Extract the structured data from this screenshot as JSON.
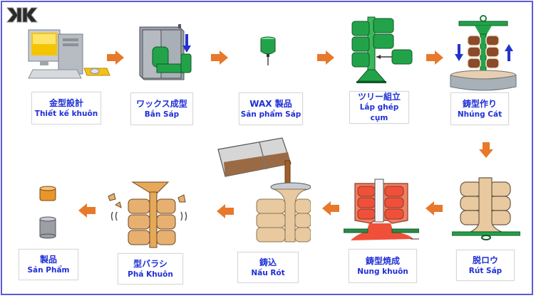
{
  "logo": {
    "text": "KK",
    "icon": "kk-logo-icon"
  },
  "colors": {
    "label_text": "#1f2fd6",
    "arrow": "#e8782a",
    "frame": "#5b5bd6",
    "green": "#22a34a",
    "sand": "#e8c9a0",
    "molten": "#f05a3c"
  },
  "steps": [
    {
      "jp": "金型設計",
      "vi": "Thiết kế khuôn",
      "icon": "computer-icon"
    },
    {
      "jp": "ワックス成型",
      "vi": "Bắn Sáp",
      "icon": "wax-injection-machine-icon"
    },
    {
      "jp": "WAX 製品",
      "vi": "Sản phẩm Sáp",
      "icon": "wax-pattern-icon"
    },
    {
      "jp": "ツリー組立",
      "vi": "Lắp ghép cụm",
      "icon": "wax-tree-icon"
    },
    {
      "jp": "鋳型作り",
      "vi": "Nhúng Cát",
      "icon": "sand-dipping-icon"
    },
    {
      "jp": "脱ロウ",
      "vi": "Rút Sáp",
      "icon": "dewax-icon"
    },
    {
      "jp": "鋳型焼成",
      "vi": "Nung khuôn",
      "icon": "mold-firing-icon"
    },
    {
      "jp": "鋳込",
      "vi": "Nấu Rót",
      "icon": "pouring-icon"
    },
    {
      "jp": "型バラシ",
      "vi": "Phá Khuôn",
      "icon": "mold-breaking-icon"
    },
    {
      "jp": "製品",
      "vi": "Sản Phẩm",
      "icon": "finished-product-icon"
    }
  ]
}
